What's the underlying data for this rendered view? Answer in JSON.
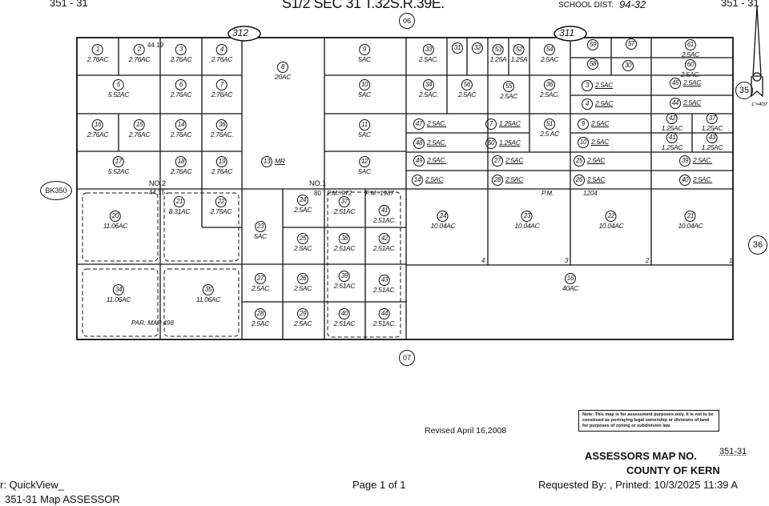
{
  "header": {
    "map_id_left": "351 - 31",
    "title": "S1/2 SEC 31 T.32S.R.39E.",
    "school_dist_label": "SCHOOL DIST.",
    "school_dist": "94-32",
    "map_id_right": "351 - 31"
  },
  "refs": {
    "north_book": "06",
    "south_book": "07",
    "west_book": "BK350",
    "east_upper": "35",
    "east_lower": "36",
    "book_left": "312",
    "book_right": "311",
    "scale": "1\"=400'"
  },
  "parcels": [
    {
      "num": "1",
      "acres": "2.76AC"
    },
    {
      "num": "2",
      "acres": "2.76AC"
    },
    {
      "num": "3",
      "acres": "2.76AC"
    },
    {
      "num": "4",
      "acres": "2.76AC"
    },
    {
      "num": "8",
      "acres": "20AC"
    },
    {
      "num": "9",
      "acres": "5AC"
    },
    {
      "num": "5",
      "acres": "5.52AC"
    },
    {
      "num": "6",
      "acres": "2.76AC"
    },
    {
      "num": "7",
      "acres": "2.76AC"
    },
    {
      "num": "10",
      "acres": "5AC"
    },
    {
      "num": "16",
      "acres": "2.76AC"
    },
    {
      "num": "15",
      "acres": "2.76AC"
    },
    {
      "num": "14",
      "acres": "2.76AC"
    },
    {
      "num": "36",
      "acres": "2.76AC."
    },
    {
      "num": "11",
      "acres": "5AC"
    },
    {
      "num": "17",
      "acres": "5.52AC"
    },
    {
      "num": "18",
      "acres": "2.76AC"
    },
    {
      "num": "19",
      "acres": "2.76AC"
    },
    {
      "num": "13",
      "acres": "MR"
    },
    {
      "num": "12",
      "acres": "5AC"
    },
    {
      "num": "20",
      "acres": "11.06AC"
    },
    {
      "num": "21",
      "acres": "8.31AC"
    },
    {
      "num": "22",
      "acres": "2.75AC"
    },
    {
      "num": "23",
      "acres": "5AC"
    },
    {
      "num": "24",
      "acres": "2.5AC"
    },
    {
      "num": "25",
      "acres": "2.5AC"
    },
    {
      "num": "37",
      "acres": "2.51AC"
    },
    {
      "num": "41",
      "acres": "2.51AC."
    },
    {
      "num": "38",
      "acres": "2.51AC"
    },
    {
      "num": "42",
      "acres": "2.51AC."
    },
    {
      "num": "27",
      "acres": "2.5AC"
    },
    {
      "num": "26",
      "acres": "2.5AC"
    },
    {
      "num": "39",
      "acres": "2.51AC"
    },
    {
      "num": "43",
      "acres": "2.51AC."
    },
    {
      "num": "28",
      "acres": "2.5AC"
    },
    {
      "num": "29",
      "acres": "2.5AC"
    },
    {
      "num": "40",
      "acres": "2.51AC"
    },
    {
      "num": "44",
      "acres": "2.51AC."
    },
    {
      "num": "34",
      "acres": "11.06AC"
    },
    {
      "num": "35",
      "acres": "11.06AC"
    },
    {
      "num": "33",
      "acres": "2.5AC."
    },
    {
      "num": "31",
      "acres": ""
    },
    {
      "num": "32",
      "acres": ""
    },
    {
      "num": "53",
      "acres": "1.25A"
    },
    {
      "num": "52",
      "acres": "1.25A"
    },
    {
      "num": "54",
      "acres": "2.5AC"
    },
    {
      "num": "59",
      "acres": ""
    },
    {
      "num": "57",
      "acres": ""
    },
    {
      "num": "58",
      "acres": ""
    },
    {
      "num": "30",
      "acres": ""
    },
    {
      "num": "61",
      "acres": "2.5AC"
    },
    {
      "num": "60",
      "acres": "2.5AC."
    },
    {
      "num": "34",
      "acres": "2.5AC."
    },
    {
      "num": "56",
      "acres": "2.5AC"
    },
    {
      "num": "55",
      "acres": "2.5AC"
    },
    {
      "num": "36",
      "acres": "2.5AC."
    },
    {
      "num": "3",
      "acres": "2.5AC"
    },
    {
      "num": "4",
      "acres": "2.5AC"
    },
    {
      "num": "45",
      "acres": "2.5AC"
    },
    {
      "num": "44",
      "acres": "2.5AC"
    },
    {
      "num": "47",
      "acres": "2.5AC."
    },
    {
      "num": "48",
      "acres": "2.5AC."
    },
    {
      "num": "7",
      "acres": "1.25AC"
    },
    {
      "num": "50",
      "acres": "1.25AC"
    },
    {
      "num": "51",
      "acres": "2.5 AC"
    },
    {
      "num": "9",
      "acres": "2.5AC"
    },
    {
      "num": "10",
      "acres": "2.5AC"
    },
    {
      "num": "42",
      "acres": "1.25AC"
    },
    {
      "num": "41",
      "acres": "1.25AC"
    },
    {
      "num": "37",
      "acres": "1.25AC"
    },
    {
      "num": "43",
      "acres": "1.25AC"
    },
    {
      "num": "49",
      "acres": "2.5AC."
    },
    {
      "num": "27",
      "acres": "2.5AC"
    },
    {
      "num": "25",
      "acres": "2.5AC"
    },
    {
      "num": "39",
      "acres": "2.5AC."
    },
    {
      "num": "14",
      "acres": "2.5AC"
    },
    {
      "num": "28",
      "acres": "2.5AC"
    },
    {
      "num": "26",
      "acres": "2.5AC"
    },
    {
      "num": "40",
      "acres": "2.5AC."
    },
    {
      "num": "24",
      "acres": "10.04AC"
    },
    {
      "num": "23",
      "acres": "10.04AC"
    },
    {
      "num": "22",
      "acres": "10.04AC"
    },
    {
      "num": "21",
      "acres": "10.04AC"
    },
    {
      "num": "16",
      "acres": "40AC"
    }
  ],
  "annotations": {
    "d1": "44.19",
    "no2": "NO.2",
    "no1": "NO.1",
    "pm972": "P.M.-972",
    "pm1987": "P.M.-1987",
    "parmap": "PAR. MAP 498",
    "pm": "P.M.",
    "pm1204": "1204",
    "d2": "44.15",
    "d3": "80",
    "lot4": "4",
    "lot3": "3",
    "lot2": "2",
    "lot1": "1"
  },
  "footer": {
    "revised": "Revised April 16,2008",
    "note": "Note: This map is for assessment purposes only. It is not to be construed as portraying legal ownership or divisions of land for purposes of zoning or subdivision law.",
    "map_no_label": "ASSESSORS MAP NO.",
    "map_no": "351-31",
    "county": "COUNTY OF KERN",
    "user": "r: QuickView_",
    "doc": "351-31 Map ASSESSOR",
    "page": "Page 1 of 1",
    "requested": "Requested By:   , Printed: 10/3/2025 11:39 A"
  }
}
